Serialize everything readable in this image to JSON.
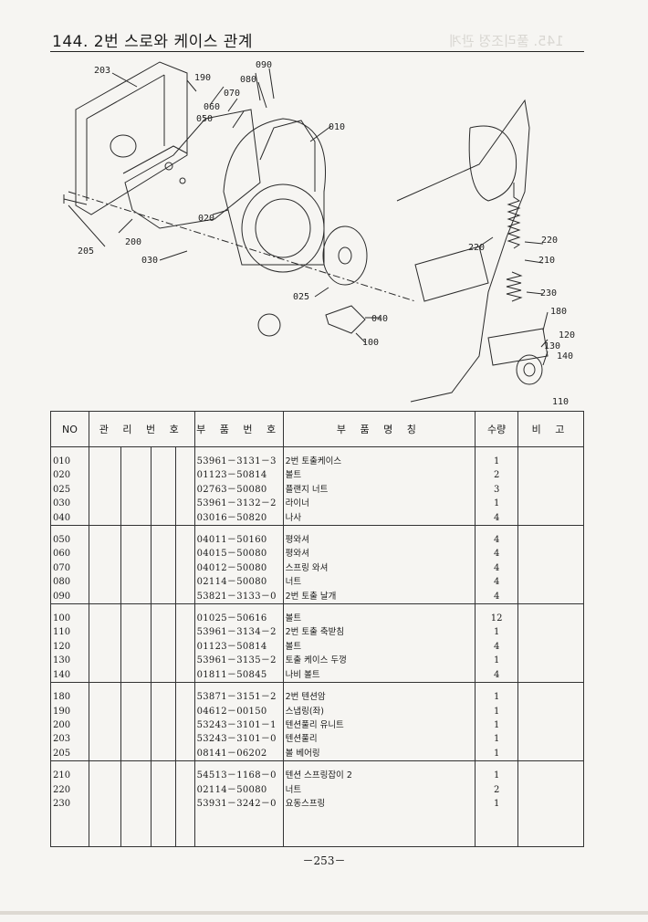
{
  "page": {
    "title": "144. 2번 스로와 케이스 관계",
    "ghost_title": "145. 풀리조정 관계",
    "page_number": "－253－"
  },
  "diagram": {
    "callouts": [
      "010",
      "020",
      "025",
      "030",
      "040",
      "050",
      "060",
      "070",
      "080",
      "090",
      "100",
      "110",
      "120",
      "130",
      "140",
      "180",
      "190",
      "200",
      "203",
      "205",
      "210",
      "220",
      "220",
      "230"
    ]
  },
  "table": {
    "headers": {
      "no": "NO",
      "mgmt": "관 리 번 호",
      "part_no": "부 품 번 호",
      "name": "부   품   명   칭",
      "qty": "수량",
      "remark": "비 고"
    },
    "groups": [
      [
        {
          "no": "010",
          "part_no": "53961－3131－3",
          "name": "2번 토출케이스",
          "qty": "1"
        },
        {
          "no": "020",
          "part_no": "01123－50814",
          "name": "볼트",
          "qty": "2"
        },
        {
          "no": "025",
          "part_no": "02763－50080",
          "name": "플랜지 너트",
          "qty": "3"
        },
        {
          "no": "030",
          "part_no": "53961－3132－2",
          "name": "라이너",
          "qty": "1"
        },
        {
          "no": "040",
          "part_no": "03016－50820",
          "name": "나사",
          "qty": "4"
        }
      ],
      [
        {
          "no": "050",
          "part_no": "04011－50160",
          "name": "평와셔",
          "qty": "4"
        },
        {
          "no": "060",
          "part_no": "04015－50080",
          "name": "평와셔",
          "qty": "4"
        },
        {
          "no": "070",
          "part_no": "04012－50080",
          "name": "스프링 와셔",
          "qty": "4"
        },
        {
          "no": "080",
          "part_no": "02114－50080",
          "name": "너트",
          "qty": "4"
        },
        {
          "no": "090",
          "part_no": "53821－3133－0",
          "name": "2번 토출 날개",
          "qty": "4"
        }
      ],
      [
        {
          "no": "100",
          "part_no": "01025－50616",
          "name": "볼트",
          "qty": "12"
        },
        {
          "no": "110",
          "part_no": "53961－3134－2",
          "name": "2번 토출 축받침",
          "qty": "1"
        },
        {
          "no": "120",
          "part_no": "01123－50814",
          "name": "볼트",
          "qty": "4"
        },
        {
          "no": "130",
          "part_no": "53961－3135－2",
          "name": "토출 케이스 두껑",
          "qty": "1"
        },
        {
          "no": "140",
          "part_no": "01811－50845",
          "name": "나비 볼트",
          "qty": "4"
        }
      ],
      [
        {
          "no": "180",
          "part_no": "53871－3151－2",
          "name": "2번 텐션암",
          "qty": "1"
        },
        {
          "no": "190",
          "part_no": "04612－00150",
          "name": "스냅링(좌)",
          "qty": "1"
        },
        {
          "no": "200",
          "part_no": "53243－3101－1",
          "name": "텐션풀리 유니트",
          "qty": "1"
        },
        {
          "no": "203",
          "part_no": "53243－3101－0",
          "name": "텐션풀리",
          "qty": "1"
        },
        {
          "no": "205",
          "part_no": "08141－06202",
          "name": "볼 베어링",
          "qty": "1"
        }
      ],
      [
        {
          "no": "210",
          "part_no": "54513－1168－0",
          "name": "텐션 스프링잡이 2",
          "qty": "1"
        },
        {
          "no": "220",
          "part_no": "02114－50080",
          "name": "너트",
          "qty": "2"
        },
        {
          "no": "230",
          "part_no": "53931－3242－0",
          "name": "요동스프링",
          "qty": "1"
        }
      ]
    ]
  }
}
